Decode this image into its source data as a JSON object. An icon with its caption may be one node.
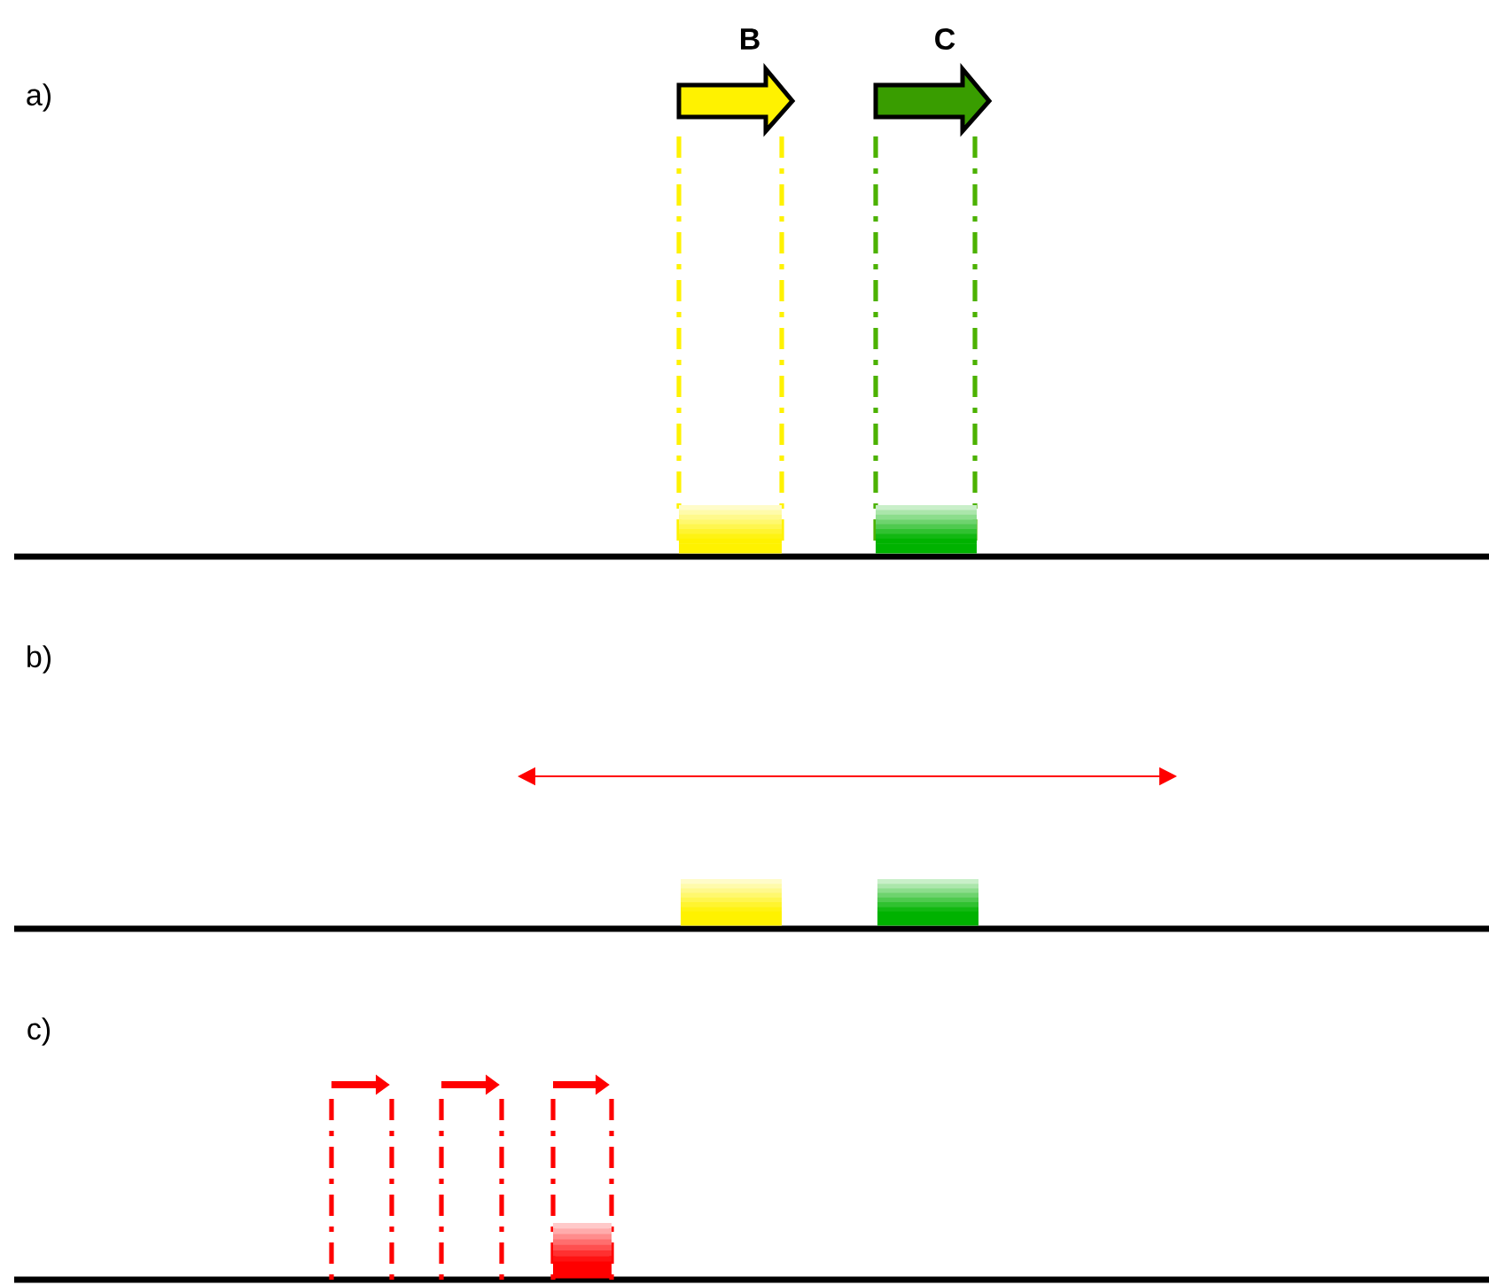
{
  "diagram": {
    "labels": [
      "a)",
      "B",
      "C",
      "b)",
      "c)"
    ]
  }
}
